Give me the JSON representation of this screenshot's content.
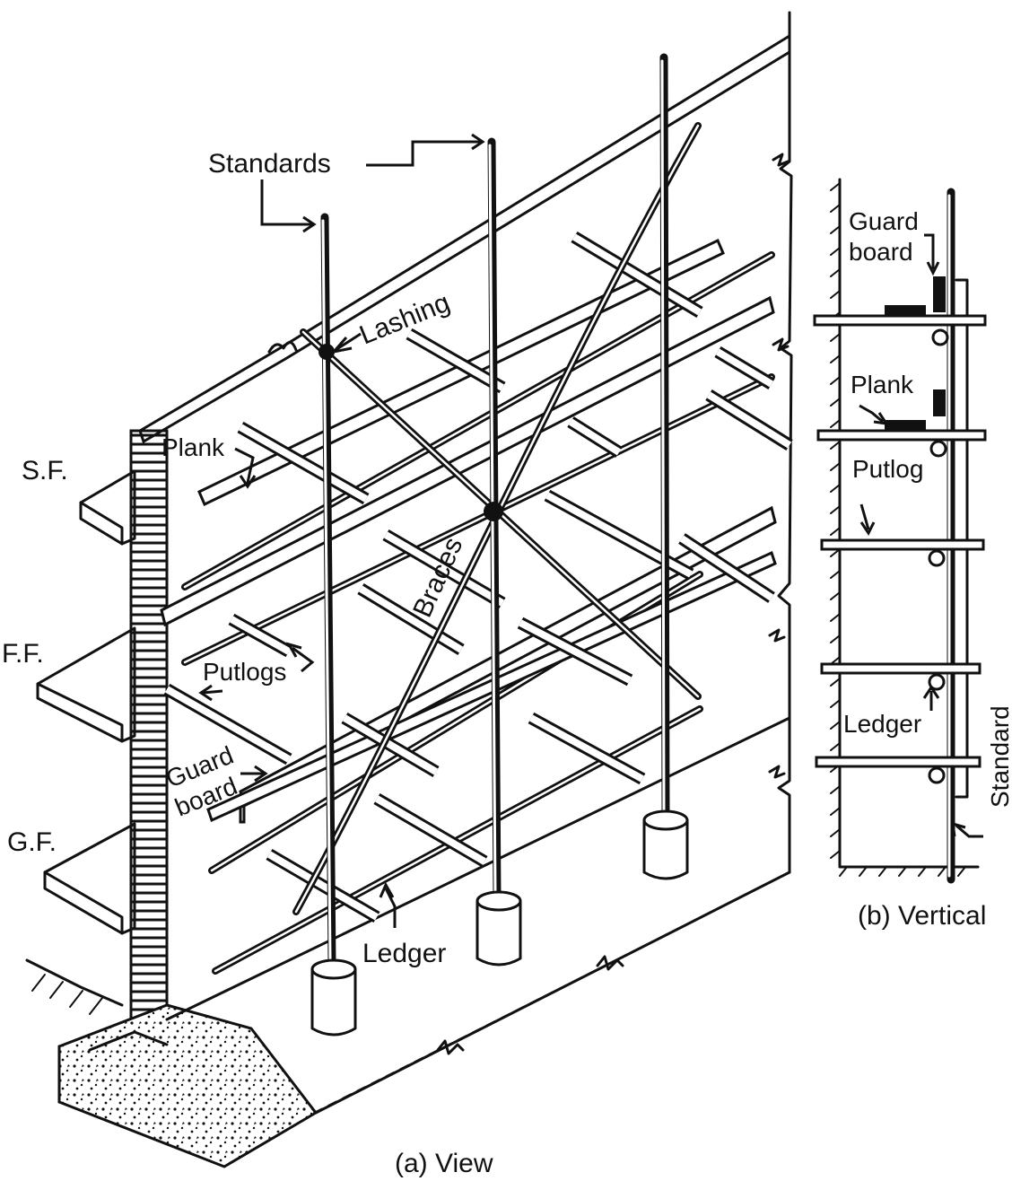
{
  "labels": {
    "standards": "Standards",
    "lashing": "Lashing",
    "plank": "Plank",
    "braces": "Braces",
    "putlogs": "Putlogs",
    "guard_board_line1": "Guard",
    "guard_board_line2": "board",
    "ledger": "Ledger",
    "second_floor": "S.F.",
    "first_floor": "F.F.",
    "ground_floor": "G.F."
  },
  "vertical": {
    "guard_board_line1": "Guard",
    "guard_board_line2": "board",
    "plank": "Plank",
    "putlog": "Putlog",
    "ledger": "Ledger",
    "standard": "Standard"
  },
  "captions": {
    "view": "(a) View",
    "vertical": "(b) Vertical"
  },
  "colors": {
    "ink": "#111111",
    "paper": "#ffffff"
  }
}
